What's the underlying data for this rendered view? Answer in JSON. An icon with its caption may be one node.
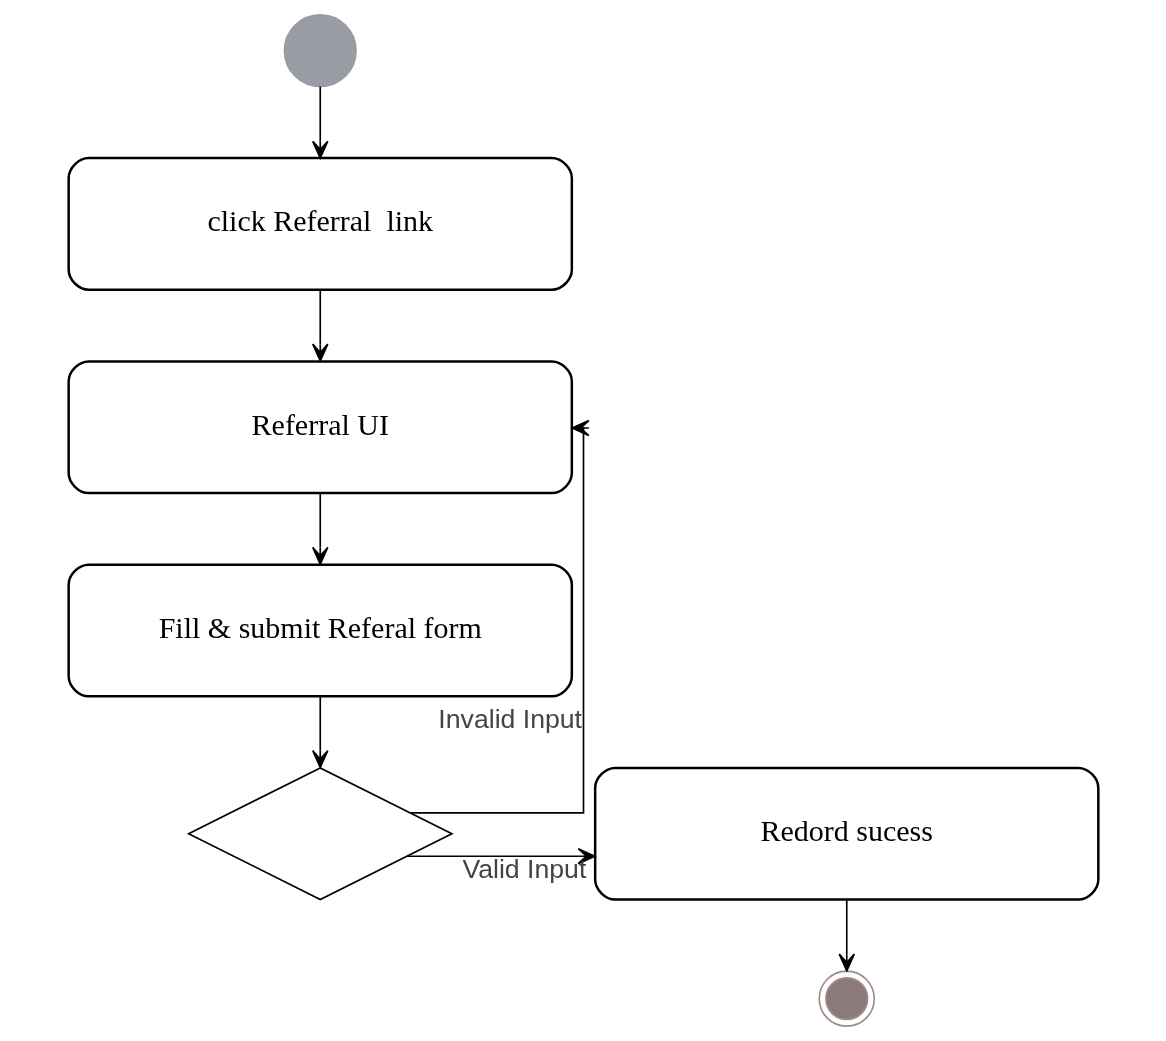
{
  "diagram": {
    "nodes": [
      {
        "text": [],
        "shape": "circle"
      },
      {
        "text": [
          "click Referral  link"
        ]
      },
      {
        "text": [
          "Referral UI"
        ]
      },
      {
        "text": [
          "Fill & submit Referal form"
        ]
      },
      {
        "text": [],
        "shape": "diamond"
      },
      {
        "text": [
          "Redord sucess"
        ]
      },
      {
        "text": [],
        "shape": "circle"
      }
    ],
    "edges": [
      {
        "from": 0,
        "to": 1,
        "arrow": "to"
      },
      {
        "from": 1,
        "to": 2,
        "arrow": "to"
      },
      {
        "from": 2,
        "to": 3,
        "arrow": "to"
      },
      {
        "from": 3,
        "to": 4,
        "arrow": "to"
      },
      {
        "from": 4,
        "to": 2,
        "arrow": "to",
        "label": "Invalid Input"
      },
      {
        "from": 4,
        "to": 5,
        "arrow": "to",
        "label": "Valid Input"
      },
      {
        "from": 5,
        "to": 6,
        "arrow": "to"
      }
    ]
  }
}
